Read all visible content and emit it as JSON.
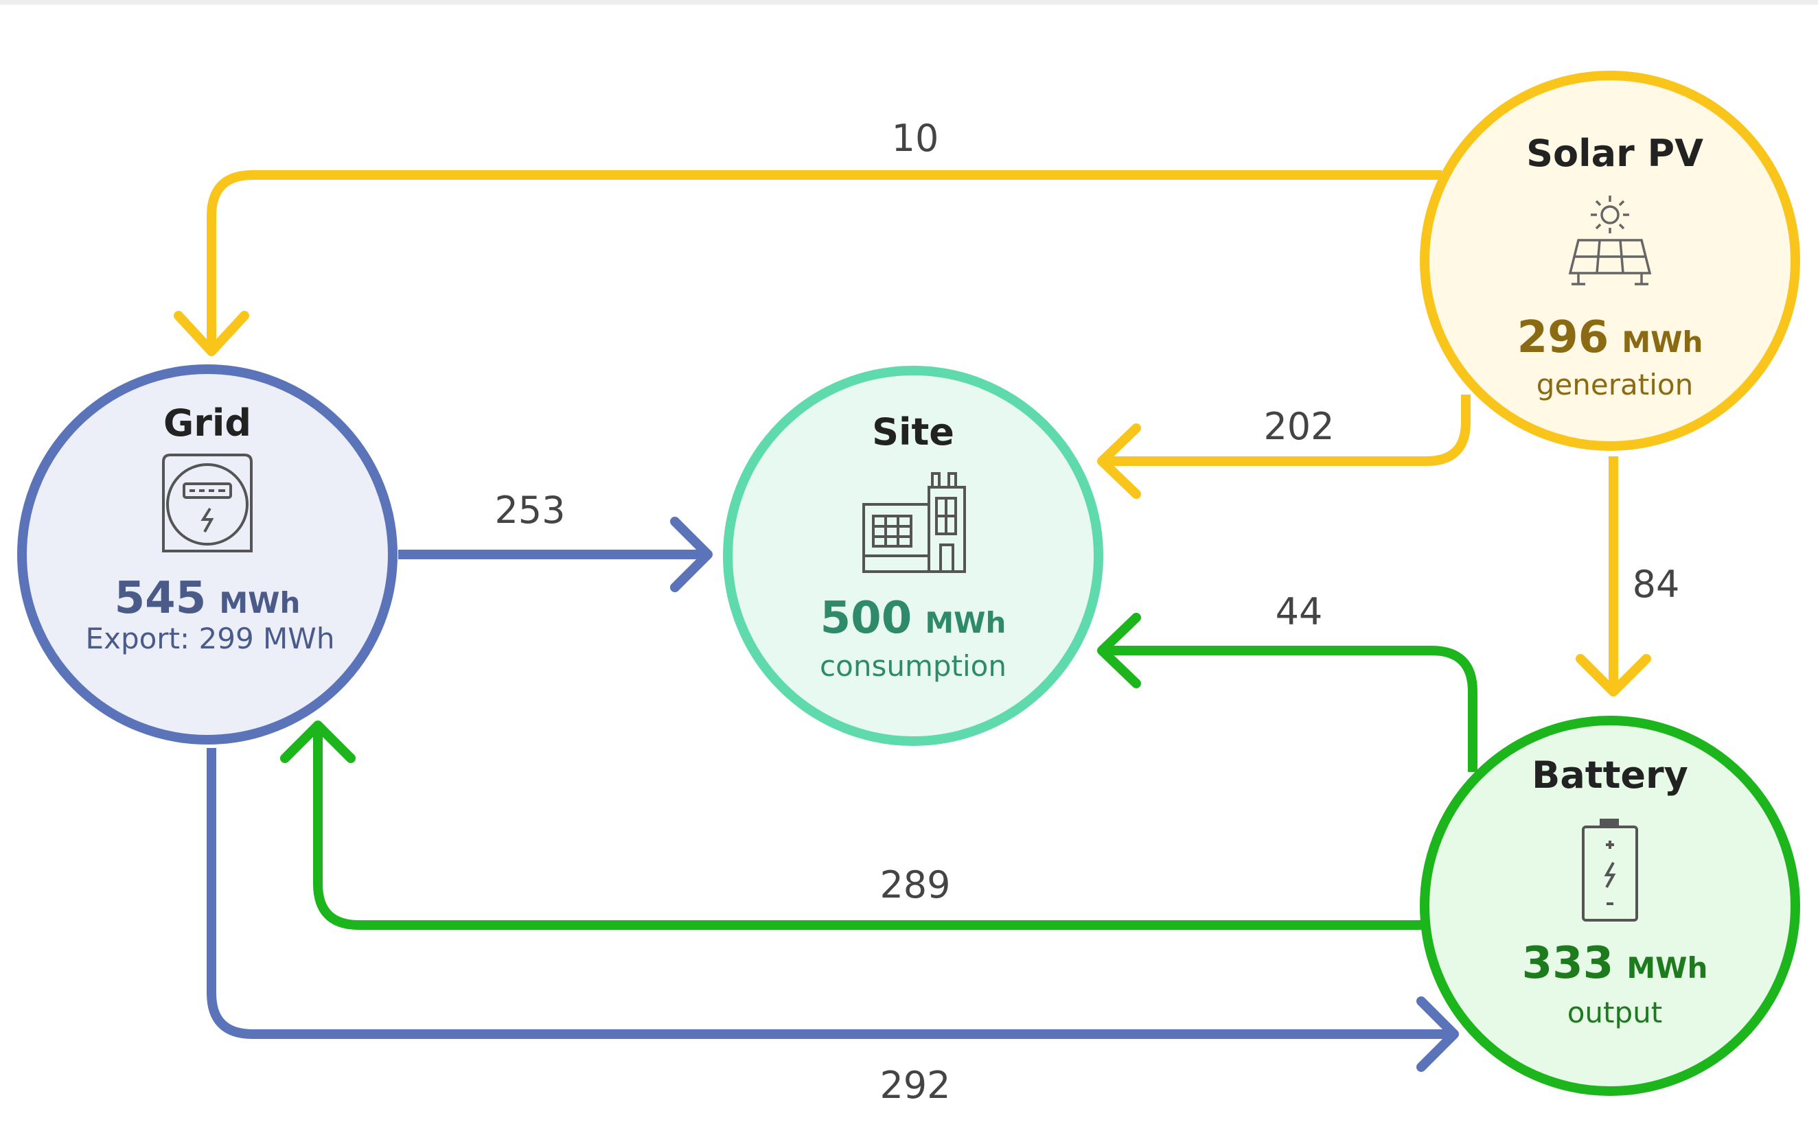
{
  "colors": {
    "grid": "#5b74b9",
    "grid_fill": "#eceff8",
    "grid_text": "#4a5b8a",
    "site": "#5fdaad",
    "site_fill": "#e7f9f1",
    "site_text": "#2e8a6a",
    "solar": "#fac51a",
    "solar_fill": "#fff9e5",
    "solar_text": "#8a6a12",
    "battery": "#1cb51c",
    "battery_fill": "#e7f9e7",
    "battery_text": "#1d7a1d"
  },
  "nodes": {
    "grid": {
      "title": "Grid",
      "value": "545",
      "unit": "MWh",
      "sub": "Export: 299 MWh",
      "icon": "electric-meter-icon"
    },
    "site": {
      "title": "Site",
      "value": "500",
      "unit": "MWh",
      "sub": "consumption",
      "icon": "building-icon"
    },
    "solar": {
      "title": "Solar PV",
      "value": "296",
      "unit": "MWh",
      "sub": "generation",
      "icon": "solar-panel-icon"
    },
    "battery": {
      "title": "Battery",
      "value": "333",
      "unit": "MWh",
      "sub": "output",
      "icon": "battery-icon"
    }
  },
  "flows": {
    "solar_to_grid": "10",
    "solar_to_site": "202",
    "solar_to_battery": "84",
    "grid_to_site": "253",
    "battery_to_site": "44",
    "battery_to_grid": "289",
    "grid_to_battery": "292"
  }
}
